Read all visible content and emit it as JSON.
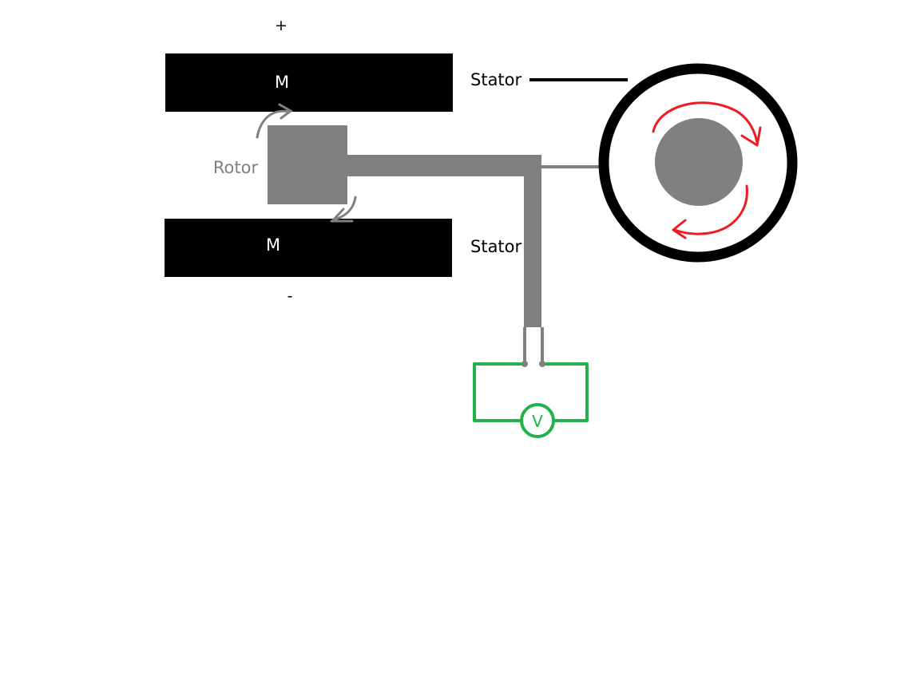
{
  "diagram": {
    "polarity": {
      "positive": "+",
      "negative": "-"
    },
    "magnet_top_label": "M",
    "magnet_bottom_label": "M",
    "rotor_label": "Rotor",
    "stator_top_label": "Stator",
    "stator_bottom_label": "Stator",
    "voltmeter_label": "V",
    "colors": {
      "magnet": "#000000",
      "magnet_text": "#ffffff",
      "rotor": "#808080",
      "rotor_text": "#808080",
      "stator_text": "#000000",
      "circuit": "#22b14c",
      "rotation_arrows": "#ed1c24"
    },
    "icons": {
      "rotor_rotation": "curved-arrow-icon",
      "wheel_rotation": "clockwise-rotation-icon"
    }
  }
}
